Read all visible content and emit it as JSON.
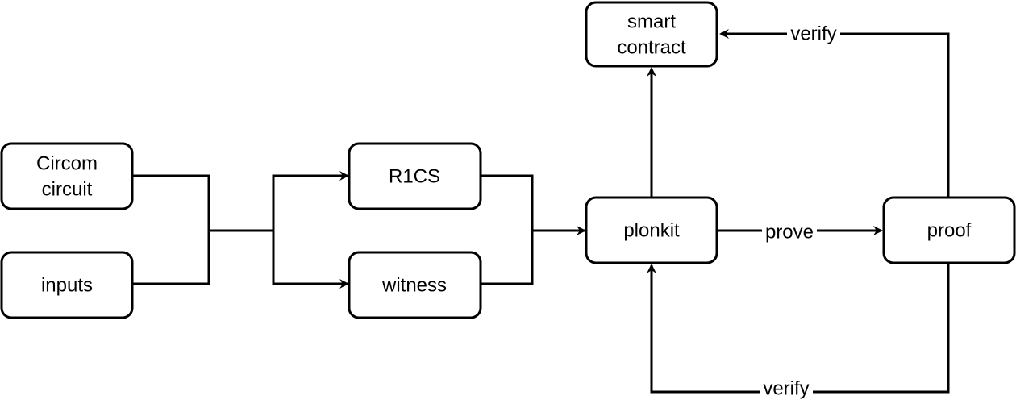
{
  "nodes": {
    "circom_circuit": {
      "line1": "Circom",
      "line2": "circuit"
    },
    "inputs": {
      "label": "inputs"
    },
    "r1cs": {
      "label": "R1CS"
    },
    "witness": {
      "label": "witness"
    },
    "plonkit": {
      "label": "plonkit"
    },
    "smart_contract": {
      "line1": "smart",
      "line2": "contract"
    },
    "proof": {
      "label": "proof"
    }
  },
  "edges": {
    "prove": {
      "label": "prove"
    },
    "verify_contract": {
      "label": "verify"
    },
    "verify_plonkit": {
      "label": "verify"
    }
  }
}
